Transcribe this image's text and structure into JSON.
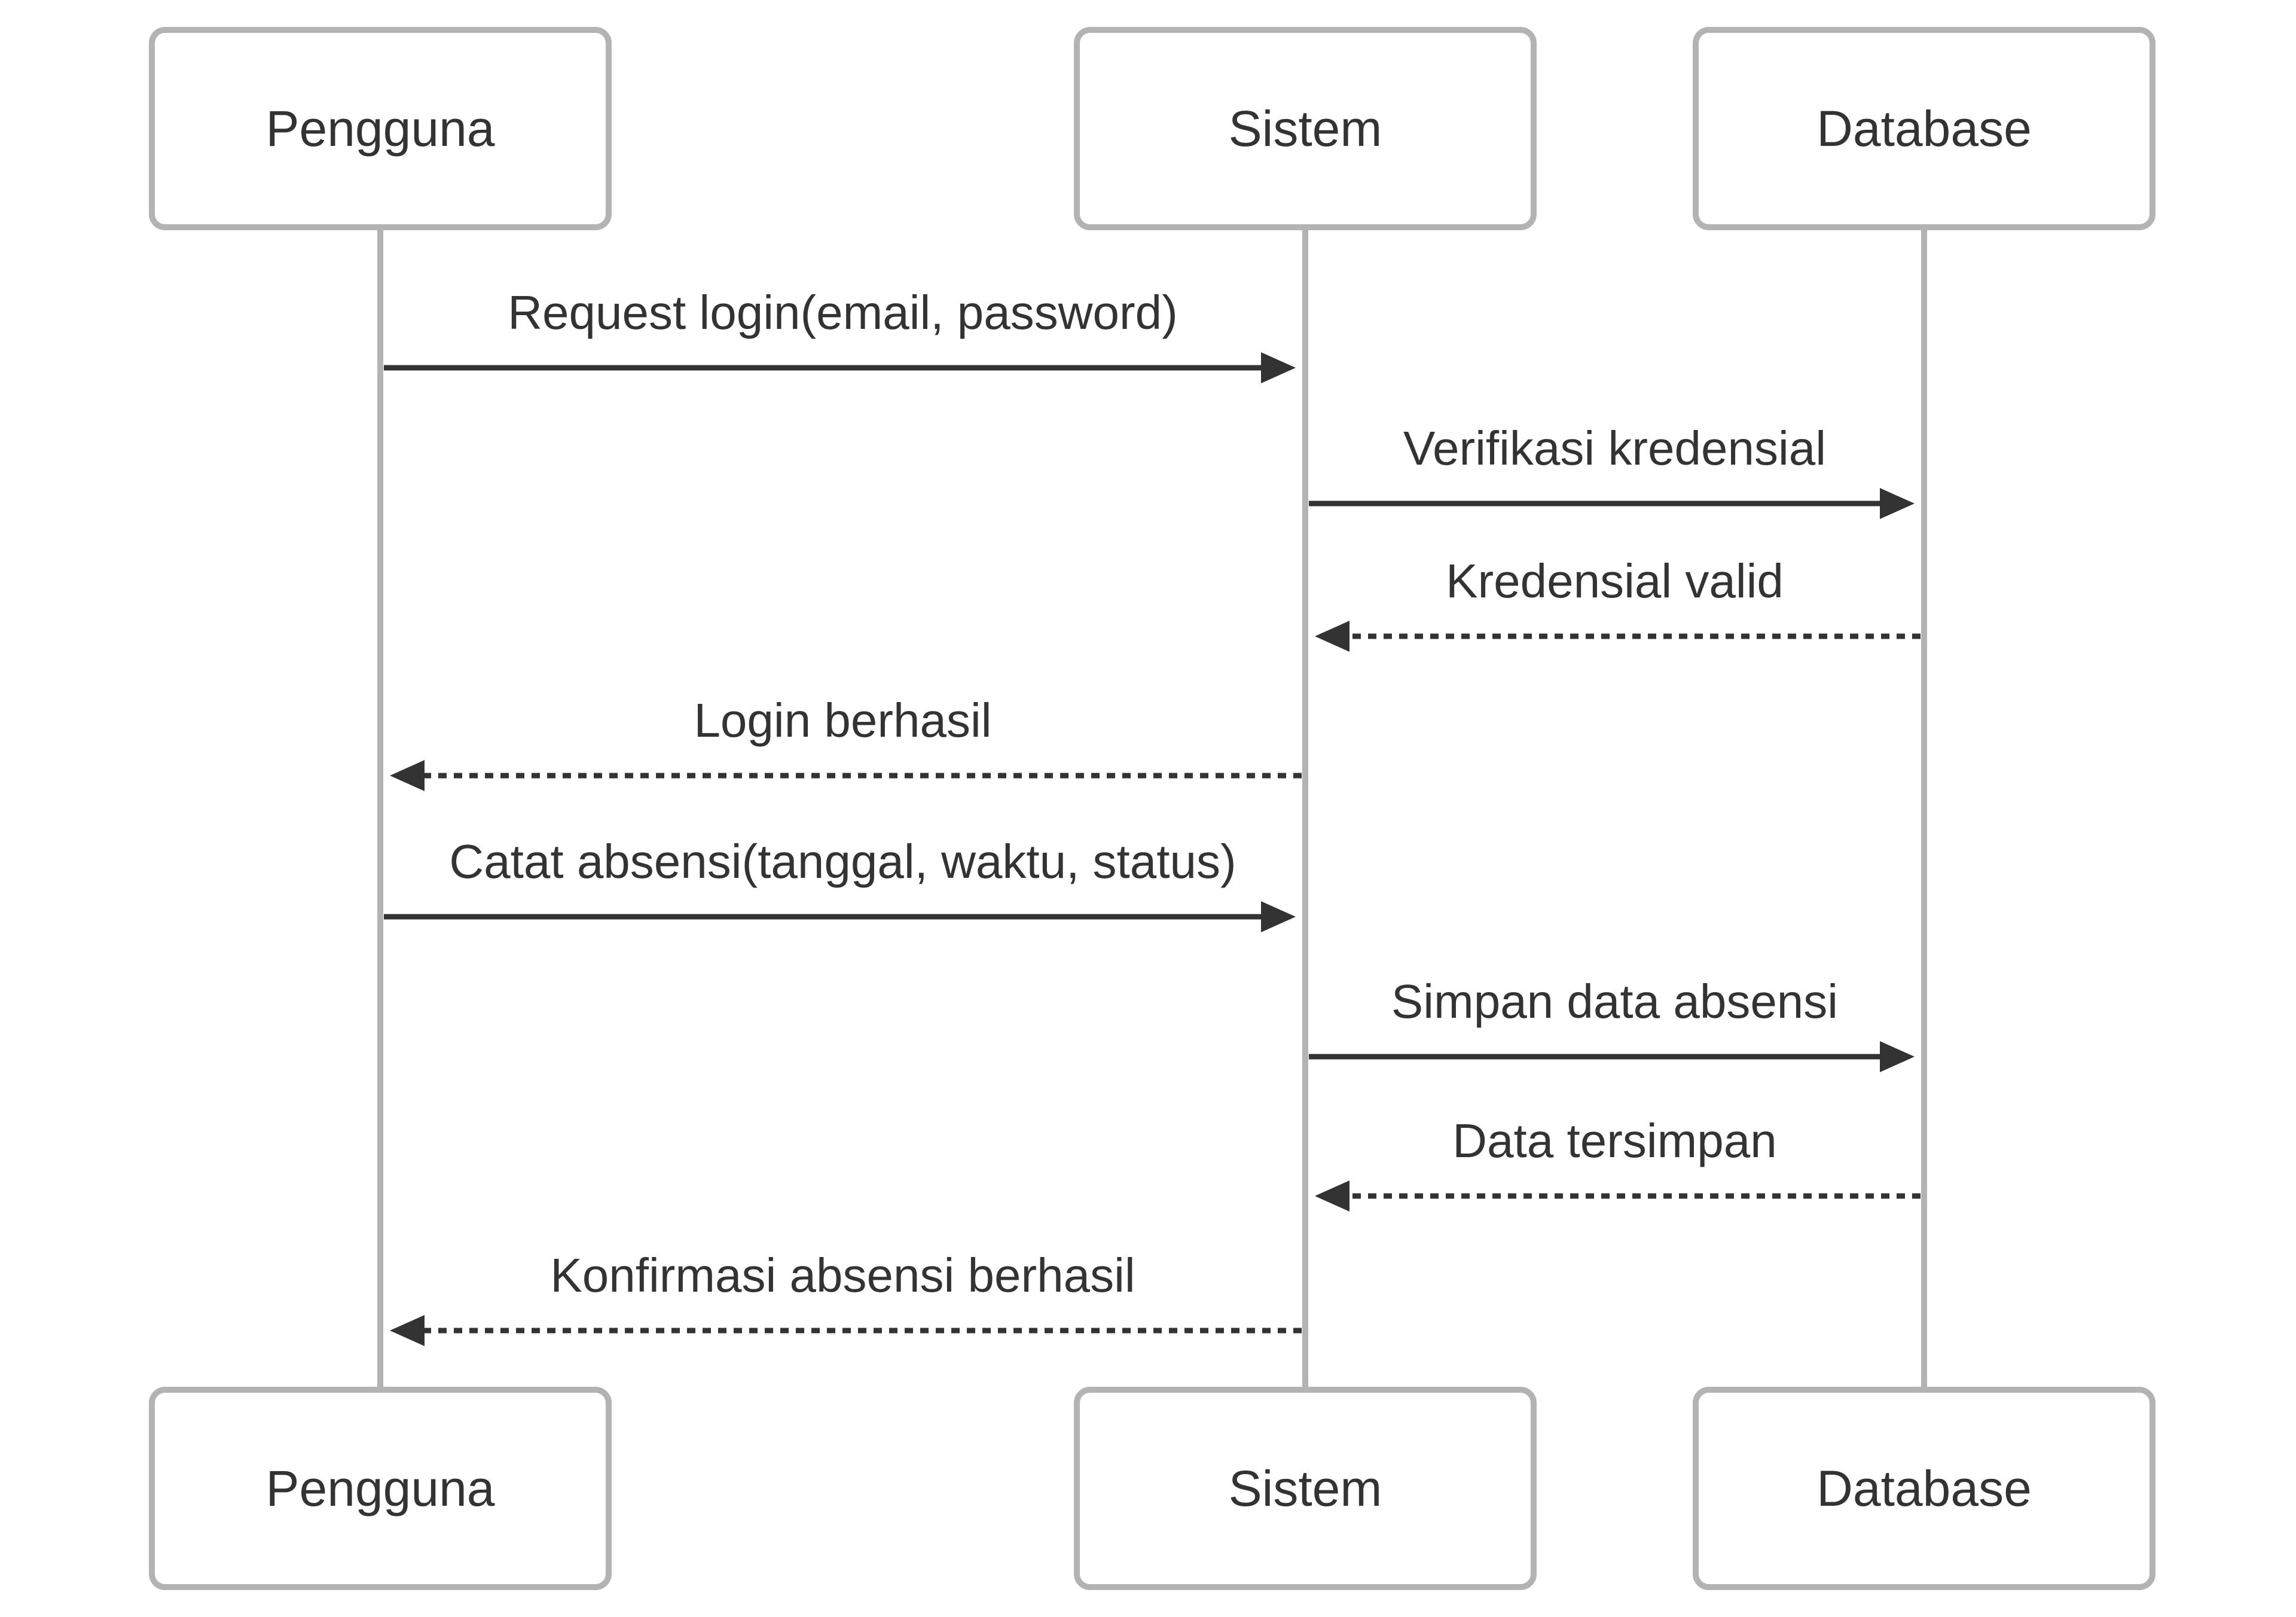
{
  "participants": [
    {
      "id": "pengguna",
      "label": "Pengguna"
    },
    {
      "id": "sistem",
      "label": "Sistem"
    },
    {
      "id": "database",
      "label": "Database"
    }
  ],
  "messages": [
    {
      "from": "pengguna",
      "to": "sistem",
      "label": "Request login(email, password)",
      "style": "solid"
    },
    {
      "from": "sistem",
      "to": "database",
      "label": "Verifikasi kredensial",
      "style": "solid"
    },
    {
      "from": "database",
      "to": "sistem",
      "label": "Kredensial valid",
      "style": "dashed"
    },
    {
      "from": "sistem",
      "to": "pengguna",
      "label": "Login berhasil",
      "style": "dashed"
    },
    {
      "from": "pengguna",
      "to": "sistem",
      "label": "Catat absensi(tanggal, waktu, status)",
      "style": "solid"
    },
    {
      "from": "sistem",
      "to": "database",
      "label": "Simpan data absensi",
      "style": "solid"
    },
    {
      "from": "database",
      "to": "sistem",
      "label": "Data tersimpan",
      "style": "dashed"
    },
    {
      "from": "sistem",
      "to": "pengguna",
      "label": "Konfirmasi absensi berhasil",
      "style": "dashed"
    }
  ],
  "colors": {
    "box_border": "#b3b3b3",
    "lifeline": "#b3b3b3",
    "text": "#333333",
    "arrow": "#333333"
  }
}
